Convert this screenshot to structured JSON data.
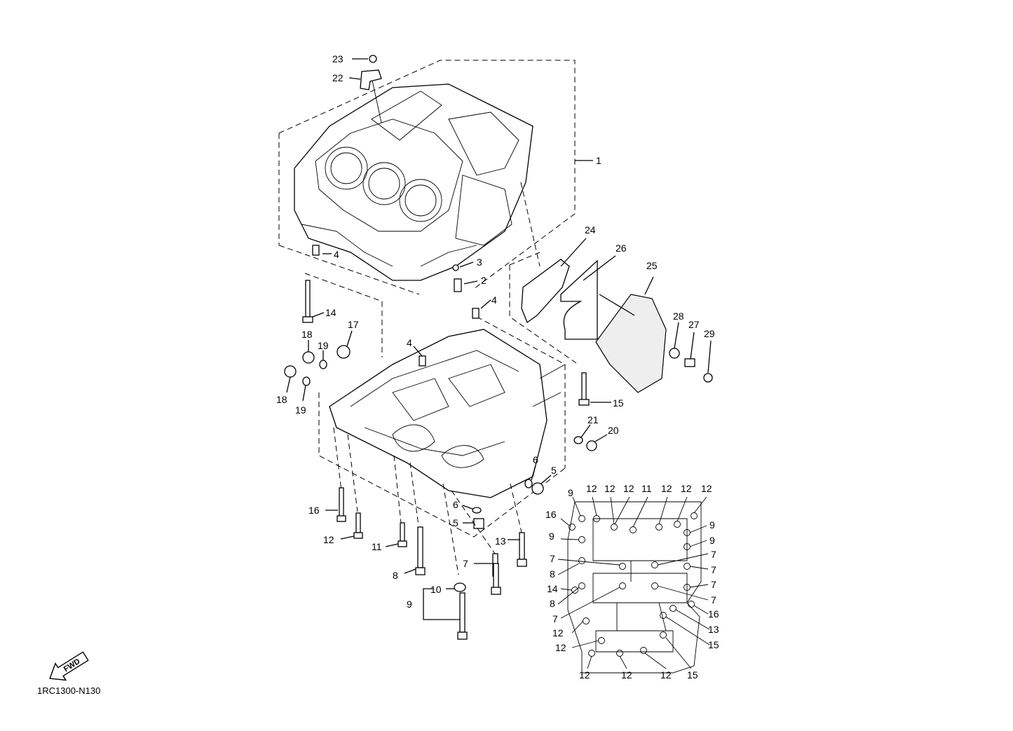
{
  "diagram_code": "1RC1300-N130",
  "fwd_label": "FWD",
  "callouts": [
    {
      "id": "c23",
      "label": "23"
    },
    {
      "id": "c22",
      "label": "22"
    },
    {
      "id": "c1",
      "label": "1"
    },
    {
      "id": "c4a",
      "label": "4"
    },
    {
      "id": "c3",
      "label": "3"
    },
    {
      "id": "c2",
      "label": "2"
    },
    {
      "id": "c24",
      "label": "24"
    },
    {
      "id": "c26",
      "label": "26"
    },
    {
      "id": "c25",
      "label": "25"
    },
    {
      "id": "c28",
      "label": "28"
    },
    {
      "id": "c27",
      "label": "27"
    },
    {
      "id": "c29",
      "label": "29"
    },
    {
      "id": "c4b",
      "label": "4"
    },
    {
      "id": "c14a",
      "label": "14"
    },
    {
      "id": "c17",
      "label": "17"
    },
    {
      "id": "c18a",
      "label": "18"
    },
    {
      "id": "c19a",
      "label": "19"
    },
    {
      "id": "c4c",
      "label": "4"
    },
    {
      "id": "c18b",
      "label": "18"
    },
    {
      "id": "c19b",
      "label": "19"
    },
    {
      "id": "c15a",
      "label": "15"
    },
    {
      "id": "c21",
      "label": "21"
    },
    {
      "id": "c20",
      "label": "20"
    },
    {
      "id": "c6a",
      "label": "6"
    },
    {
      "id": "c5a",
      "label": "5"
    },
    {
      "id": "c6b",
      "label": "6"
    },
    {
      "id": "c5b",
      "label": "5"
    },
    {
      "id": "c16a",
      "label": "16"
    },
    {
      "id": "c12a",
      "label": "12"
    },
    {
      "id": "c11a",
      "label": "11"
    },
    {
      "id": "c8a",
      "label": "8"
    },
    {
      "id": "c7a",
      "label": "7"
    },
    {
      "id": "c13a",
      "label": "13"
    },
    {
      "id": "c10",
      "label": "10"
    },
    {
      "id": "c9a",
      "label": "9"
    },
    {
      "id": "k9a",
      "label": "9"
    },
    {
      "id": "k12a",
      "label": "12"
    },
    {
      "id": "k12b",
      "label": "12"
    },
    {
      "id": "k12c",
      "label": "12"
    },
    {
      "id": "k11",
      "label": "11"
    },
    {
      "id": "k12d",
      "label": "12"
    },
    {
      "id": "k12e",
      "label": "12"
    },
    {
      "id": "k12f",
      "label": "12"
    },
    {
      "id": "k16a",
      "label": "16"
    },
    {
      "id": "k9b",
      "label": "9"
    },
    {
      "id": "k9c",
      "label": "9"
    },
    {
      "id": "k9d",
      "label": "9"
    },
    {
      "id": "k7a",
      "label": "7"
    },
    {
      "id": "k7b",
      "label": "7"
    },
    {
      "id": "k8a",
      "label": "8"
    },
    {
      "id": "k7c",
      "label": "7"
    },
    {
      "id": "k7d",
      "label": "7"
    },
    {
      "id": "k14",
      "label": "14"
    },
    {
      "id": "k8b",
      "label": "8"
    },
    {
      "id": "k7e",
      "label": "7"
    },
    {
      "id": "k7f",
      "label": "7"
    },
    {
      "id": "k16b",
      "label": "16"
    },
    {
      "id": "k13",
      "label": "13"
    },
    {
      "id": "k12g",
      "label": "12"
    },
    {
      "id": "k15a",
      "label": "15"
    },
    {
      "id": "k12h",
      "label": "12"
    },
    {
      "id": "k12i",
      "label": "12"
    },
    {
      "id": "k12j",
      "label": "12"
    },
    {
      "id": "k12k",
      "label": "12"
    },
    {
      "id": "k15b",
      "label": "15"
    }
  ]
}
